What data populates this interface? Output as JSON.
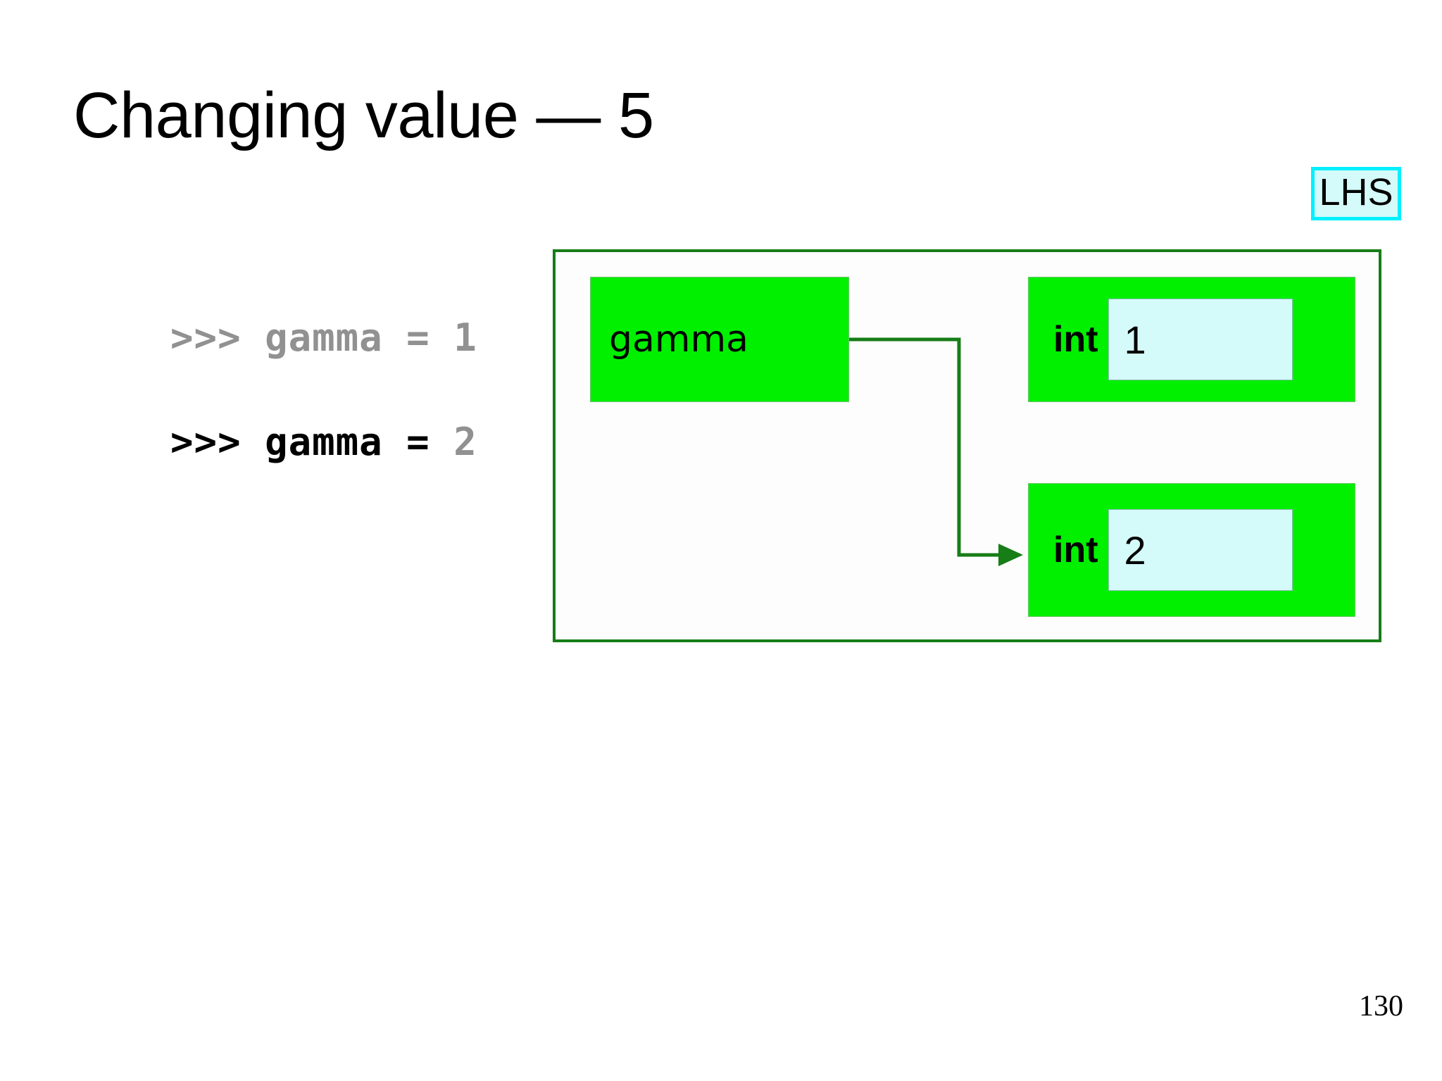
{
  "slide": {
    "title": "Changing value — 5",
    "page_number": "130"
  },
  "badge": {
    "label": "LHS",
    "border_color": "#00f0ff",
    "fill_color": "#d4fafa"
  },
  "code": {
    "lines": [
      {
        "prompt": ">>> ",
        "name": "gamma",
        "operator": " = ",
        "value": "1",
        "prompt_color": "#919191",
        "name_color": "#919191",
        "operator_color": "#919191",
        "value_color": "#919191"
      },
      {
        "prompt": ">>> ",
        "name": "gamma",
        "operator": " = ",
        "value": "2",
        "prompt_color": "#000000",
        "name_color": "#000000",
        "operator_color": "#000000",
        "value_color": "#919191"
      }
    ]
  },
  "diagram": {
    "frame_border_color": "#177d17",
    "box_fill_color": "#00f000",
    "value_fill_color": "#d4fafa",
    "variable": {
      "label": "gamma"
    },
    "objects": [
      {
        "type_label": "int",
        "value": "1"
      },
      {
        "type_label": "int",
        "value": "2"
      }
    ],
    "connector": {
      "from": "gamma",
      "to": "int 2",
      "arrow_color": "#177d17"
    }
  }
}
